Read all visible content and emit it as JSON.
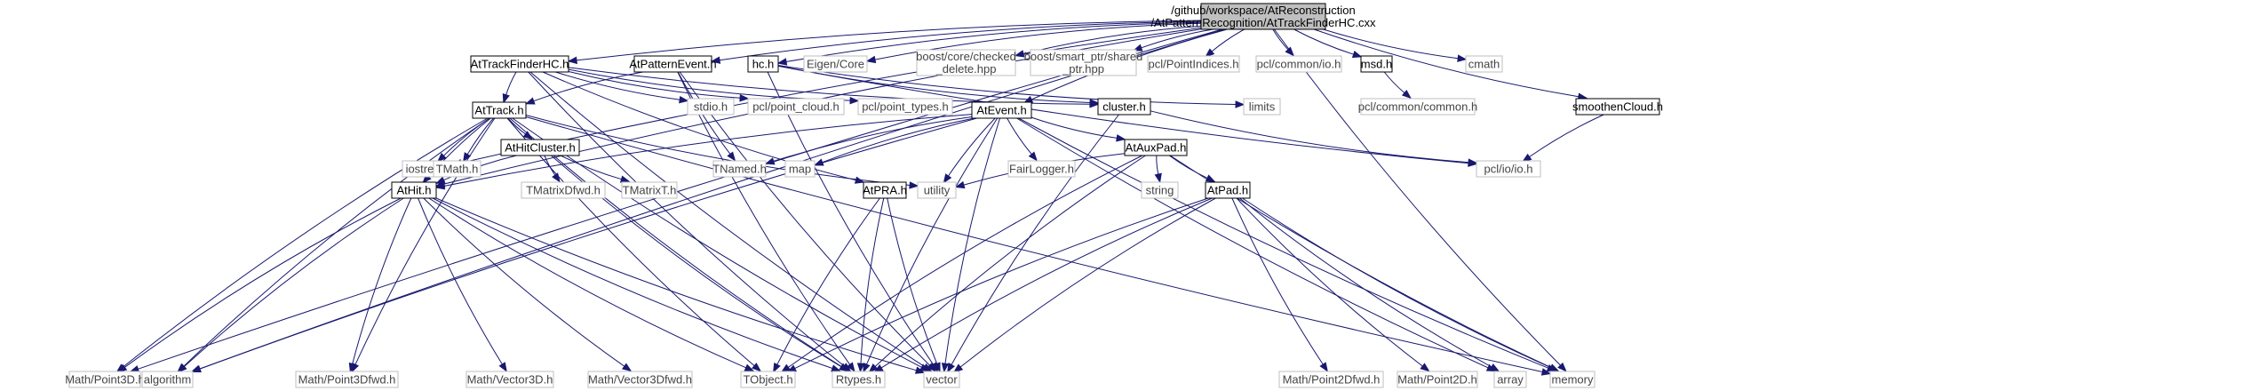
{
  "nodes": [
    {
      "id": "root",
      "lines": [
        "/github/workspace/AtReconstruction",
        "/AtPatternRecognition/AtTrackFinderHC.cxx"
      ],
      "style": "root"
    },
    {
      "id": "math_point3d",
      "lines": [
        "Math/Point3D.h"
      ],
      "style": "external"
    },
    {
      "id": "algorithm",
      "lines": [
        "algorithm"
      ],
      "style": "external"
    },
    {
      "id": "iostream",
      "lines": [
        "iostream"
      ],
      "style": "external"
    },
    {
      "id": "attrackfinderhc_h",
      "lines": [
        "AtTrackFinderHC.h"
      ],
      "style": "local"
    },
    {
      "id": "atpatternevent_h",
      "lines": [
        "AtPatternEvent.h"
      ],
      "style": "local"
    },
    {
      "id": "hc_h",
      "lines": [
        "hc.h"
      ],
      "style": "local"
    },
    {
      "id": "eigen_core",
      "lines": [
        "Eigen/Core"
      ],
      "style": "external"
    },
    {
      "id": "boost_checked",
      "lines": [
        "boost/core/checked",
        "_delete.hpp"
      ],
      "style": "external"
    },
    {
      "id": "boost_shared",
      "lines": [
        "boost/smart_ptr/shared",
        "_ptr.hpp"
      ],
      "style": "external"
    },
    {
      "id": "pcl_pointindices",
      "lines": [
        "pcl/PointIndices.h"
      ],
      "style": "external"
    },
    {
      "id": "pcl_common_io",
      "lines": [
        "pcl/common/io.h"
      ],
      "style": "external"
    },
    {
      "id": "msd_h",
      "lines": [
        "msd.h"
      ],
      "style": "local"
    },
    {
      "id": "cmath",
      "lines": [
        "cmath"
      ],
      "style": "external"
    },
    {
      "id": "stdio_h",
      "lines": [
        "stdio.h"
      ],
      "style": "external"
    },
    {
      "id": "pcl_point_cloud",
      "lines": [
        "pcl/point_cloud.h"
      ],
      "style": "external"
    },
    {
      "id": "pcl_point_types",
      "lines": [
        "pcl/point_types.h"
      ],
      "style": "external"
    },
    {
      "id": "attrack_h",
      "lines": [
        "AtTrack.h"
      ],
      "style": "local"
    },
    {
      "id": "atevent_h",
      "lines": [
        "AtEvent.h"
      ],
      "style": "local"
    },
    {
      "id": "cluster_h",
      "lines": [
        "cluster.h"
      ],
      "style": "local"
    },
    {
      "id": "limits",
      "lines": [
        "limits"
      ],
      "style": "external"
    },
    {
      "id": "pcl_common_common",
      "lines": [
        "pcl/common/common.h"
      ],
      "style": "external"
    },
    {
      "id": "smoothencloud_h",
      "lines": [
        "smoothenCloud.h"
      ],
      "style": "local"
    },
    {
      "id": "tmath_h",
      "lines": [
        "TMath.h"
      ],
      "style": "external"
    },
    {
      "id": "athitcluster_h",
      "lines": [
        "AtHitCluster.h"
      ],
      "style": "local"
    },
    {
      "id": "tnamed_h",
      "lines": [
        "TNamed.h"
      ],
      "style": "external"
    },
    {
      "id": "map",
      "lines": [
        "map"
      ],
      "style": "external"
    },
    {
      "id": "fairlogger_h",
      "lines": [
        "FairLogger.h"
      ],
      "style": "external"
    },
    {
      "id": "ataux_pad_h",
      "lines": [
        "AtAuxPad.h"
      ],
      "style": "local"
    },
    {
      "id": "pcl_io_io",
      "lines": [
        "pcl/io/io.h"
      ],
      "style": "external"
    },
    {
      "id": "athit_h",
      "lines": [
        "AtHit.h"
      ],
      "style": "local"
    },
    {
      "id": "tmatrixdfwd_h",
      "lines": [
        "TMatrixDfwd.h"
      ],
      "style": "external"
    },
    {
      "id": "tmatrixt_h",
      "lines": [
        "TMatrixT.h"
      ],
      "style": "external"
    },
    {
      "id": "atpra_h",
      "lines": [
        "AtPRA.h"
      ],
      "style": "local"
    },
    {
      "id": "utility",
      "lines": [
        "utility"
      ],
      "style": "external"
    },
    {
      "id": "string",
      "lines": [
        "string"
      ],
      "style": "external"
    },
    {
      "id": "atpad_h",
      "lines": [
        "AtPad.h"
      ],
      "style": "local"
    },
    {
      "id": "math_point3dfwd",
      "lines": [
        "Math/Point3Dfwd.h"
      ],
      "style": "external"
    },
    {
      "id": "math_vector3d",
      "lines": [
        "Math/Vector3D.h"
      ],
      "style": "external"
    },
    {
      "id": "math_vector3dfwd",
      "lines": [
        "Math/Vector3Dfwd.h"
      ],
      "style": "external"
    },
    {
      "id": "tobject_h",
      "lines": [
        "TObject.h"
      ],
      "style": "external"
    },
    {
      "id": "rtypes_h",
      "lines": [
        "Rtypes.h"
      ],
      "style": "external"
    },
    {
      "id": "vector",
      "lines": [
        "vector"
      ],
      "style": "external"
    },
    {
      "id": "math_point2dfwd",
      "lines": [
        "Math/Point2Dfwd.h"
      ],
      "style": "external"
    },
    {
      "id": "math_point2d",
      "lines": [
        "Math/Point2D.h"
      ],
      "style": "external"
    },
    {
      "id": "array",
      "lines": [
        "array"
      ],
      "style": "external"
    },
    {
      "id": "memory",
      "lines": [
        "memory"
      ],
      "style": "external"
    }
  ],
  "edges": [
    [
      "root",
      "math_point3d"
    ],
    [
      "root",
      "algorithm"
    ],
    [
      "root",
      "iostream"
    ],
    [
      "root",
      "attrackfinderhc_h"
    ],
    [
      "root",
      "atpatternevent_h"
    ],
    [
      "root",
      "hc_h"
    ],
    [
      "root",
      "eigen_core"
    ],
    [
      "root",
      "boost_checked"
    ],
    [
      "root",
      "boost_shared"
    ],
    [
      "root",
      "pcl_pointindices"
    ],
    [
      "root",
      "pcl_common_io"
    ],
    [
      "root",
      "msd_h"
    ],
    [
      "root",
      "cmath"
    ],
    [
      "root",
      "smoothencloud_h"
    ],
    [
      "root",
      "memory"
    ],
    [
      "root",
      "athit_h"
    ],
    [
      "root",
      "atevent_h"
    ],
    [
      "attrackfinderhc_h",
      "stdio_h"
    ],
    [
      "attrackfinderhc_h",
      "pcl_point_cloud"
    ],
    [
      "attrackfinderhc_h",
      "pcl_point_types"
    ],
    [
      "attrackfinderhc_h",
      "attrack_h"
    ],
    [
      "attrackfinderhc_h",
      "cluster_h"
    ],
    [
      "attrackfinderhc_h",
      "atpra_h"
    ],
    [
      "attrackfinderhc_h",
      "vector"
    ],
    [
      "attrackfinderhc_h",
      "rtypes_h"
    ],
    [
      "atpatternevent_h",
      "attrack_h"
    ],
    [
      "atpatternevent_h",
      "tnamed_h"
    ],
    [
      "atpatternevent_h",
      "vector"
    ],
    [
      "atpatternevent_h",
      "rtypes_h"
    ],
    [
      "hc_h",
      "cluster_h"
    ],
    [
      "hc_h",
      "limits"
    ],
    [
      "hc_h",
      "pcl_io_io"
    ],
    [
      "hc_h",
      "vector"
    ],
    [
      "msd_h",
      "pcl_common_common"
    ],
    [
      "smoothencloud_h",
      "pcl_io_io"
    ],
    [
      "cluster_h",
      "pcl_io_io"
    ],
    [
      "cluster_h",
      "vector"
    ],
    [
      "attrack_h",
      "iostream"
    ],
    [
      "attrack_h",
      "tmath_h"
    ],
    [
      "attrack_h",
      "athitcluster_h"
    ],
    [
      "attrack_h",
      "athit_h"
    ],
    [
      "attrack_h",
      "math_point3d"
    ],
    [
      "attrack_h",
      "algorithm"
    ],
    [
      "attrack_h",
      "math_point3dfwd"
    ],
    [
      "attrack_h",
      "tobject_h"
    ],
    [
      "attrack_h",
      "rtypes_h"
    ],
    [
      "attrack_h",
      "vector"
    ],
    [
      "attrack_h",
      "utility"
    ],
    [
      "attrack_h",
      "memory"
    ],
    [
      "atevent_h",
      "tnamed_h"
    ],
    [
      "atevent_h",
      "map"
    ],
    [
      "atevent_h",
      "utility"
    ],
    [
      "atevent_h",
      "fairlogger_h"
    ],
    [
      "atevent_h",
      "ataux_pad_h"
    ],
    [
      "atevent_h",
      "athit_h"
    ],
    [
      "atevent_h",
      "algorithm"
    ],
    [
      "atevent_h",
      "rtypes_h"
    ],
    [
      "atevent_h",
      "vector"
    ],
    [
      "atevent_h",
      "array"
    ],
    [
      "atevent_h",
      "memory"
    ],
    [
      "athitcluster_h",
      "athit_h"
    ],
    [
      "athitcluster_h",
      "tmatrixdfwd_h"
    ],
    [
      "athitcluster_h",
      "tmatrixt_h"
    ],
    [
      "athitcluster_h",
      "rtypes_h"
    ],
    [
      "ataux_pad_h",
      "utility"
    ],
    [
      "ataux_pad_h",
      "string"
    ],
    [
      "ataux_pad_h",
      "atpad_h"
    ],
    [
      "ataux_pad_h",
      "rtypes_h"
    ],
    [
      "ataux_pad_h",
      "tobject_h"
    ],
    [
      "ataux_pad_h",
      "memory"
    ],
    [
      "athit_h",
      "math_point3d"
    ],
    [
      "athit_h",
      "algorithm"
    ],
    [
      "athit_h",
      "math_point3dfwd"
    ],
    [
      "athit_h",
      "math_vector3d"
    ],
    [
      "athit_h",
      "math_vector3dfwd"
    ],
    [
      "athit_h",
      "tobject_h"
    ],
    [
      "athit_h",
      "rtypes_h"
    ],
    [
      "athit_h",
      "vector"
    ],
    [
      "atpra_h",
      "tobject_h"
    ],
    [
      "atpra_h",
      "rtypes_h"
    ],
    [
      "atpra_h",
      "vector"
    ],
    [
      "atpad_h",
      "tobject_h"
    ],
    [
      "atpad_h",
      "rtypes_h"
    ],
    [
      "atpad_h",
      "math_point2dfwd"
    ],
    [
      "atpad_h",
      "math_point2d"
    ],
    [
      "atpad_h",
      "array"
    ],
    [
      "atpad_h",
      "memory"
    ],
    [
      "atpad_h",
      "vector"
    ]
  ],
  "colors": {
    "edge": "#191970",
    "root_fill": "#bfbfbf",
    "local_border": "#000000",
    "external_border": "#bfbfbf",
    "external_text": "#444444"
  }
}
